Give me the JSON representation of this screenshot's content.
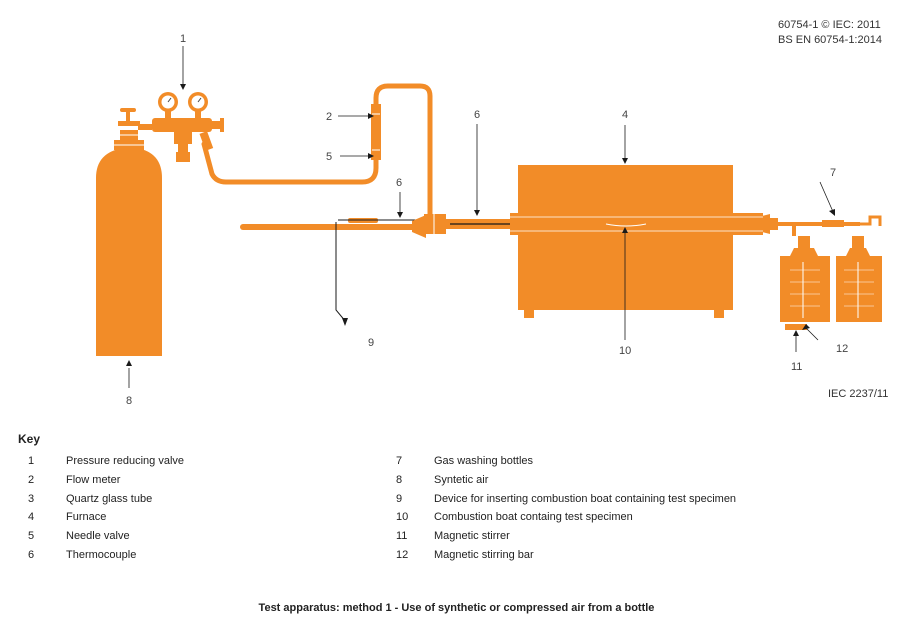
{
  "header": {
    "std_line1": "60754-1 © IEC: 2011",
    "std_line2": "BS EN 60754-1:2014"
  },
  "figure_ref": "IEC 2237/11",
  "colors": {
    "orange": "#f28c28",
    "orange_dark": "#e07818",
    "line": "#1a1a1a"
  },
  "callouts": {
    "c1": "1",
    "c2": "2",
    "c5": "5",
    "c6a": "6",
    "c6b": "6",
    "c4": "4",
    "c7": "7",
    "c8": "8",
    "c9": "9",
    "c10": "10",
    "c11": "11",
    "c12": "12"
  },
  "key": {
    "title": "Key",
    "left": [
      {
        "num": "1",
        "label": "Pressure reducing valve"
      },
      {
        "num": "2",
        "label": "Flow meter"
      },
      {
        "num": "3",
        "label": "Quartz glass tube"
      },
      {
        "num": "4",
        "label": "Furnace"
      },
      {
        "num": "5",
        "label": "Needle valve"
      },
      {
        "num": "6",
        "label": "Thermocouple"
      }
    ],
    "right": [
      {
        "num": "7",
        "label": "Gas washing bottles"
      },
      {
        "num": "8",
        "label": "Syntetic air"
      },
      {
        "num": "9",
        "label": "Device for inserting combustion boat containing test specimen"
      },
      {
        "num": "10",
        "label": "Combustion  boat containg test specimen"
      },
      {
        "num": "11",
        "label": "Magnetic stirrer"
      },
      {
        "num": "12",
        "label": "Magnetic stirring bar"
      }
    ]
  },
  "caption": "Test apparatus: method 1 - Use of synthetic or compressed air from a bottle"
}
